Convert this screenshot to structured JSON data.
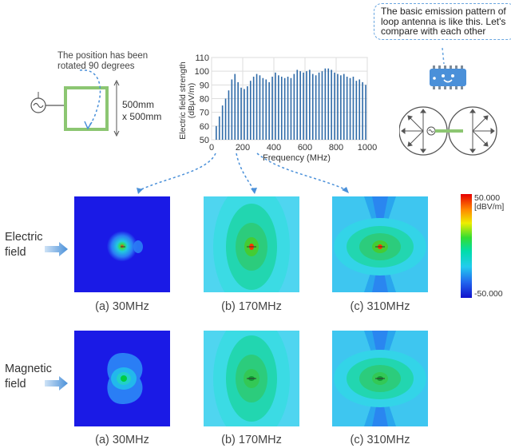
{
  "antenna": {
    "rotation_note": "The position has been rotated 90 degrees",
    "dimension": [
      "500mm",
      "x 500mm"
    ]
  },
  "chart_data": {
    "type": "bar",
    "xlabel": "Frequency (MHz)",
    "ylabel": "Electric field strength (dBμV/m)",
    "xlim": [
      0,
      1000
    ],
    "ylim": [
      50,
      110
    ],
    "xticks": [
      0,
      200,
      400,
      600,
      800,
      1000
    ],
    "yticks": [
      50,
      60,
      70,
      80,
      90,
      100,
      110
    ],
    "grid": true,
    "x": [
      30,
      50,
      70,
      90,
      110,
      130,
      150,
      170,
      190,
      210,
      230,
      250,
      270,
      290,
      310,
      330,
      350,
      370,
      390,
      410,
      430,
      450,
      470,
      490,
      510,
      530,
      550,
      570,
      590,
      610,
      630,
      650,
      670,
      690,
      710,
      730,
      750,
      770,
      790,
      810,
      830,
      850,
      870,
      890,
      910,
      930,
      950,
      970,
      990
    ],
    "values": [
      60,
      67,
      75,
      80,
      86,
      94,
      98,
      92,
      88,
      87,
      89,
      93,
      96,
      98,
      97,
      95,
      94,
      92,
      96,
      99,
      97,
      96,
      95,
      96,
      95,
      98,
      101,
      100,
      99,
      100,
      101,
      98,
      97,
      99,
      100,
      102,
      102,
      101,
      99,
      98,
      97,
      98,
      96,
      95,
      96,
      93,
      94,
      92,
      90
    ]
  },
  "speech": {
    "text": "The basic emission pattern of loop antenna is like this. Let's compare with each other"
  },
  "rows": [
    {
      "label": [
        "Electric",
        "field"
      ]
    },
    {
      "label": [
        "Magnetic",
        "field"
      ]
    }
  ],
  "captions": [
    "(a) 30MHz",
    "(b) 170MHz",
    "(c) 310MHz"
  ],
  "colorbar": {
    "max": "50.000",
    "unit": "[dBV/m]",
    "min": "-50.000"
  },
  "colors": {
    "accent_blue": "#4a90d9",
    "loop_green": "#8cc672",
    "bar_blue": "#2e6aa8",
    "map_background": "#1a1ae6"
  }
}
